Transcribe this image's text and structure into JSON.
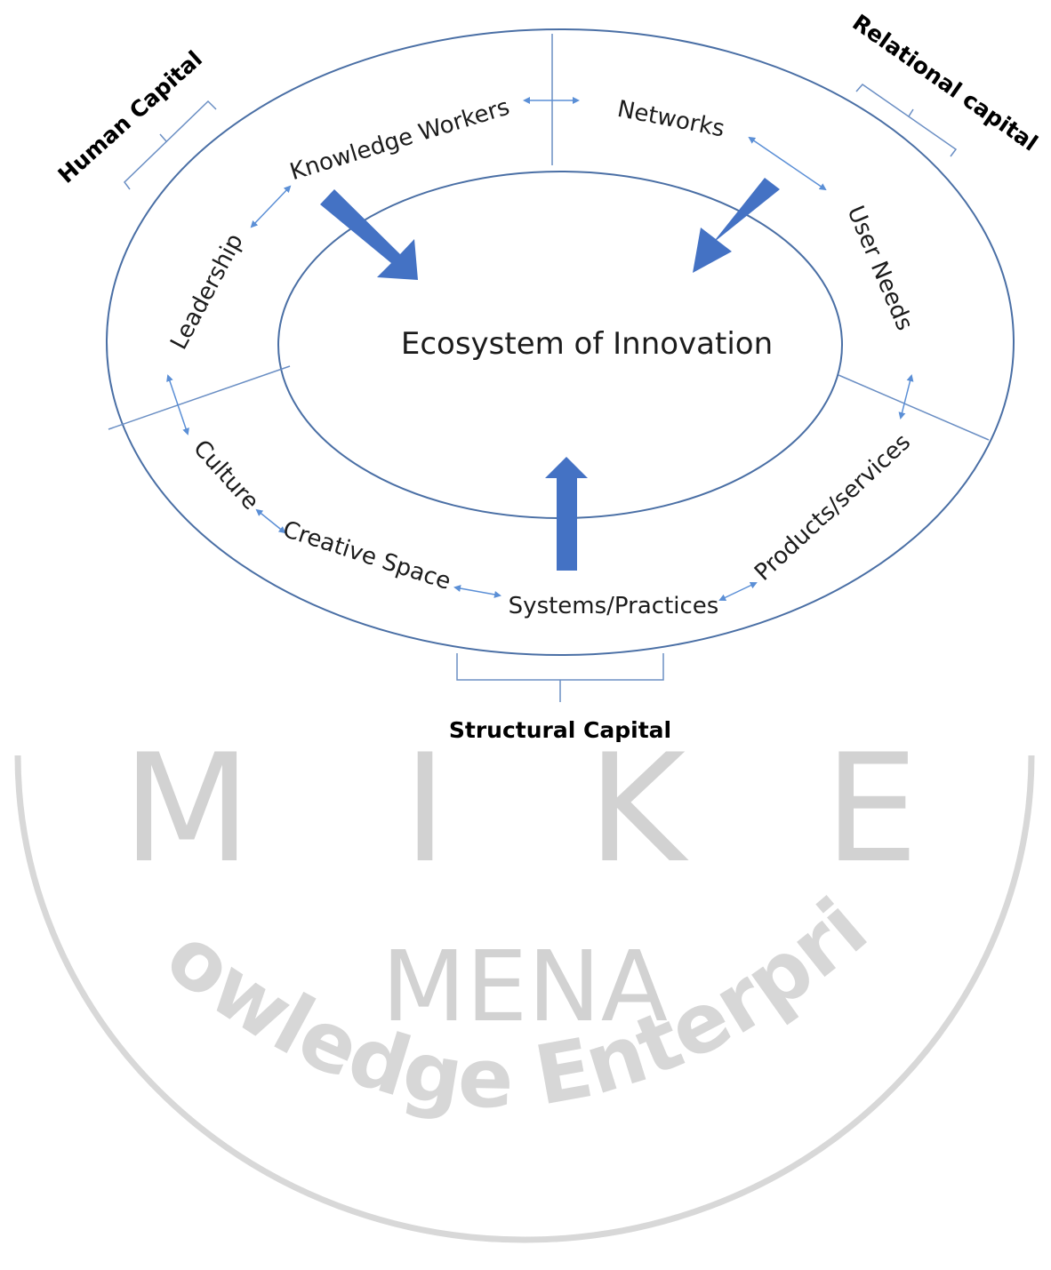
{
  "center": {
    "label": "Ecosystem of Innovation"
  },
  "capitals": {
    "human": "Human Capital",
    "relational": "Relational capital",
    "structural": "Structural Capital"
  },
  "nodes": {
    "knowledge_workers": "Knowledge Workers",
    "networks": "Networks",
    "user_needs": "User Needs",
    "leadership": "Leadership",
    "culture": "Culture",
    "creative_space": "Creative Space",
    "systems_practices": "Systems/Practices",
    "products_services": "Products/services"
  },
  "watermark": {
    "letters": [
      "M",
      "I",
      "K",
      "E"
    ],
    "region": "MENA",
    "arc_text": "Knowledge Enterprise"
  },
  "colors": {
    "ring": "#4a6fa5",
    "arrow": "#4472c4",
    "small_arrow": "#5b8fd6",
    "bracket": "#6b8fc4",
    "text": "#1c1c1c",
    "watermark": "#d2d2d2"
  }
}
